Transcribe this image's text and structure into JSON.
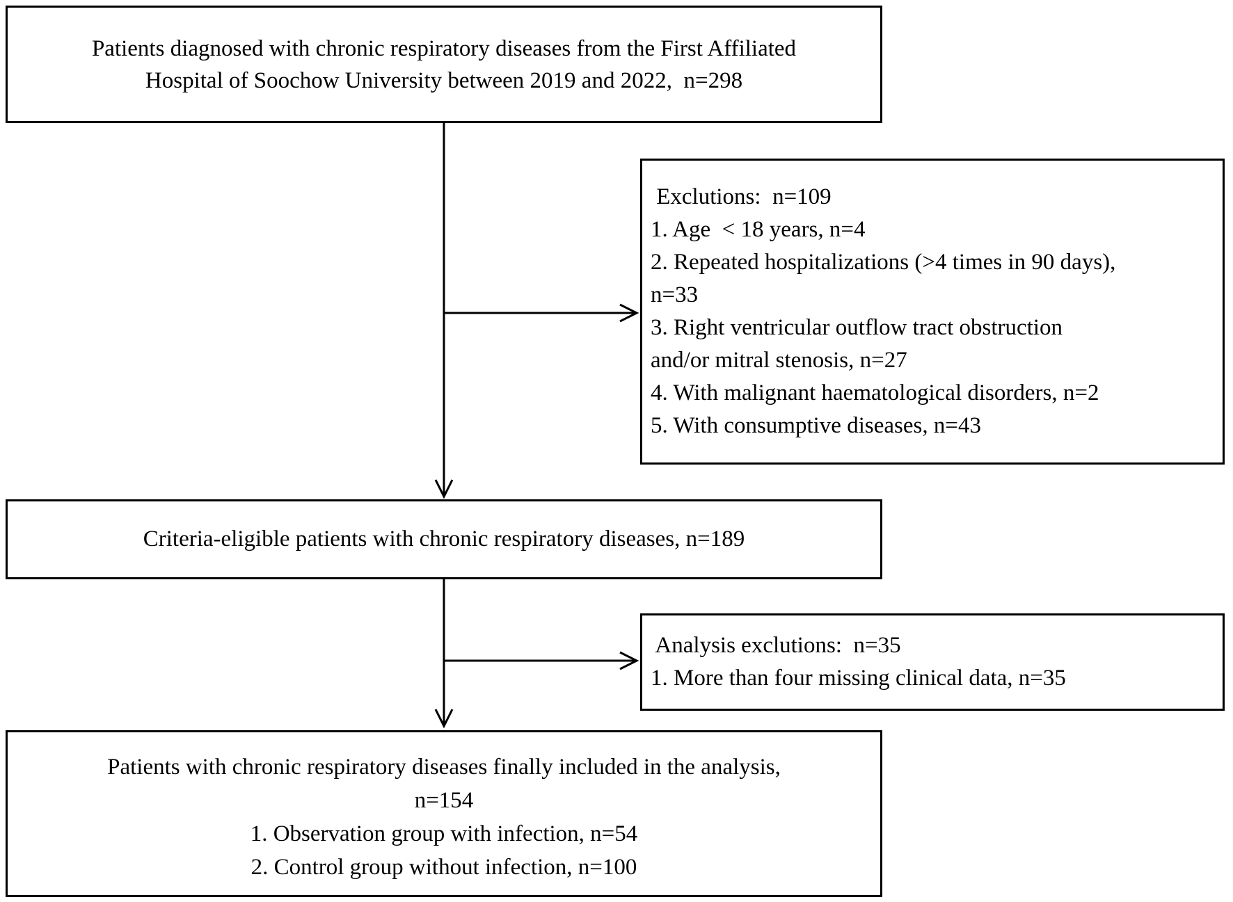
{
  "colors": {
    "background": "#ffffff",
    "border": "#000000",
    "text": "#000000"
  },
  "boxes": {
    "enrollment": {
      "lines": [
        "Patients diagnosed with chronic respiratory diseases from the First Affiliated",
        "Hospital of Soochow University between 2019 and 2022,  n=298"
      ]
    },
    "exclusions": {
      "lines": [
        " Exclutions:  n=109",
        "1. Age  < 18 years, n=4",
        "2. Repeated hospitalizations (>4 times in 90 days),",
        "n=33",
        "3. Right ventricular outflow tract obstruction",
        "and/or mitral stenosis, n=27",
        "4. With malignant haematological disorders, n=2",
        "5. With consumptive diseases, n=43"
      ]
    },
    "eligible": {
      "lines": [
        "Criteria-eligible patients with chronic respiratory diseases, n=189"
      ]
    },
    "analysis_exclusions": {
      "lines": [
        " Analysis exclutions:  n=35",
        "1. More than four missing clinical data, n=35"
      ]
    },
    "final": {
      "lines": [
        "Patients with chronic respiratory diseases finally included in the analysis,",
        "n=154",
        "1. Observation group with infection, n=54",
        "2. Control group without infection, n=100"
      ]
    }
  }
}
